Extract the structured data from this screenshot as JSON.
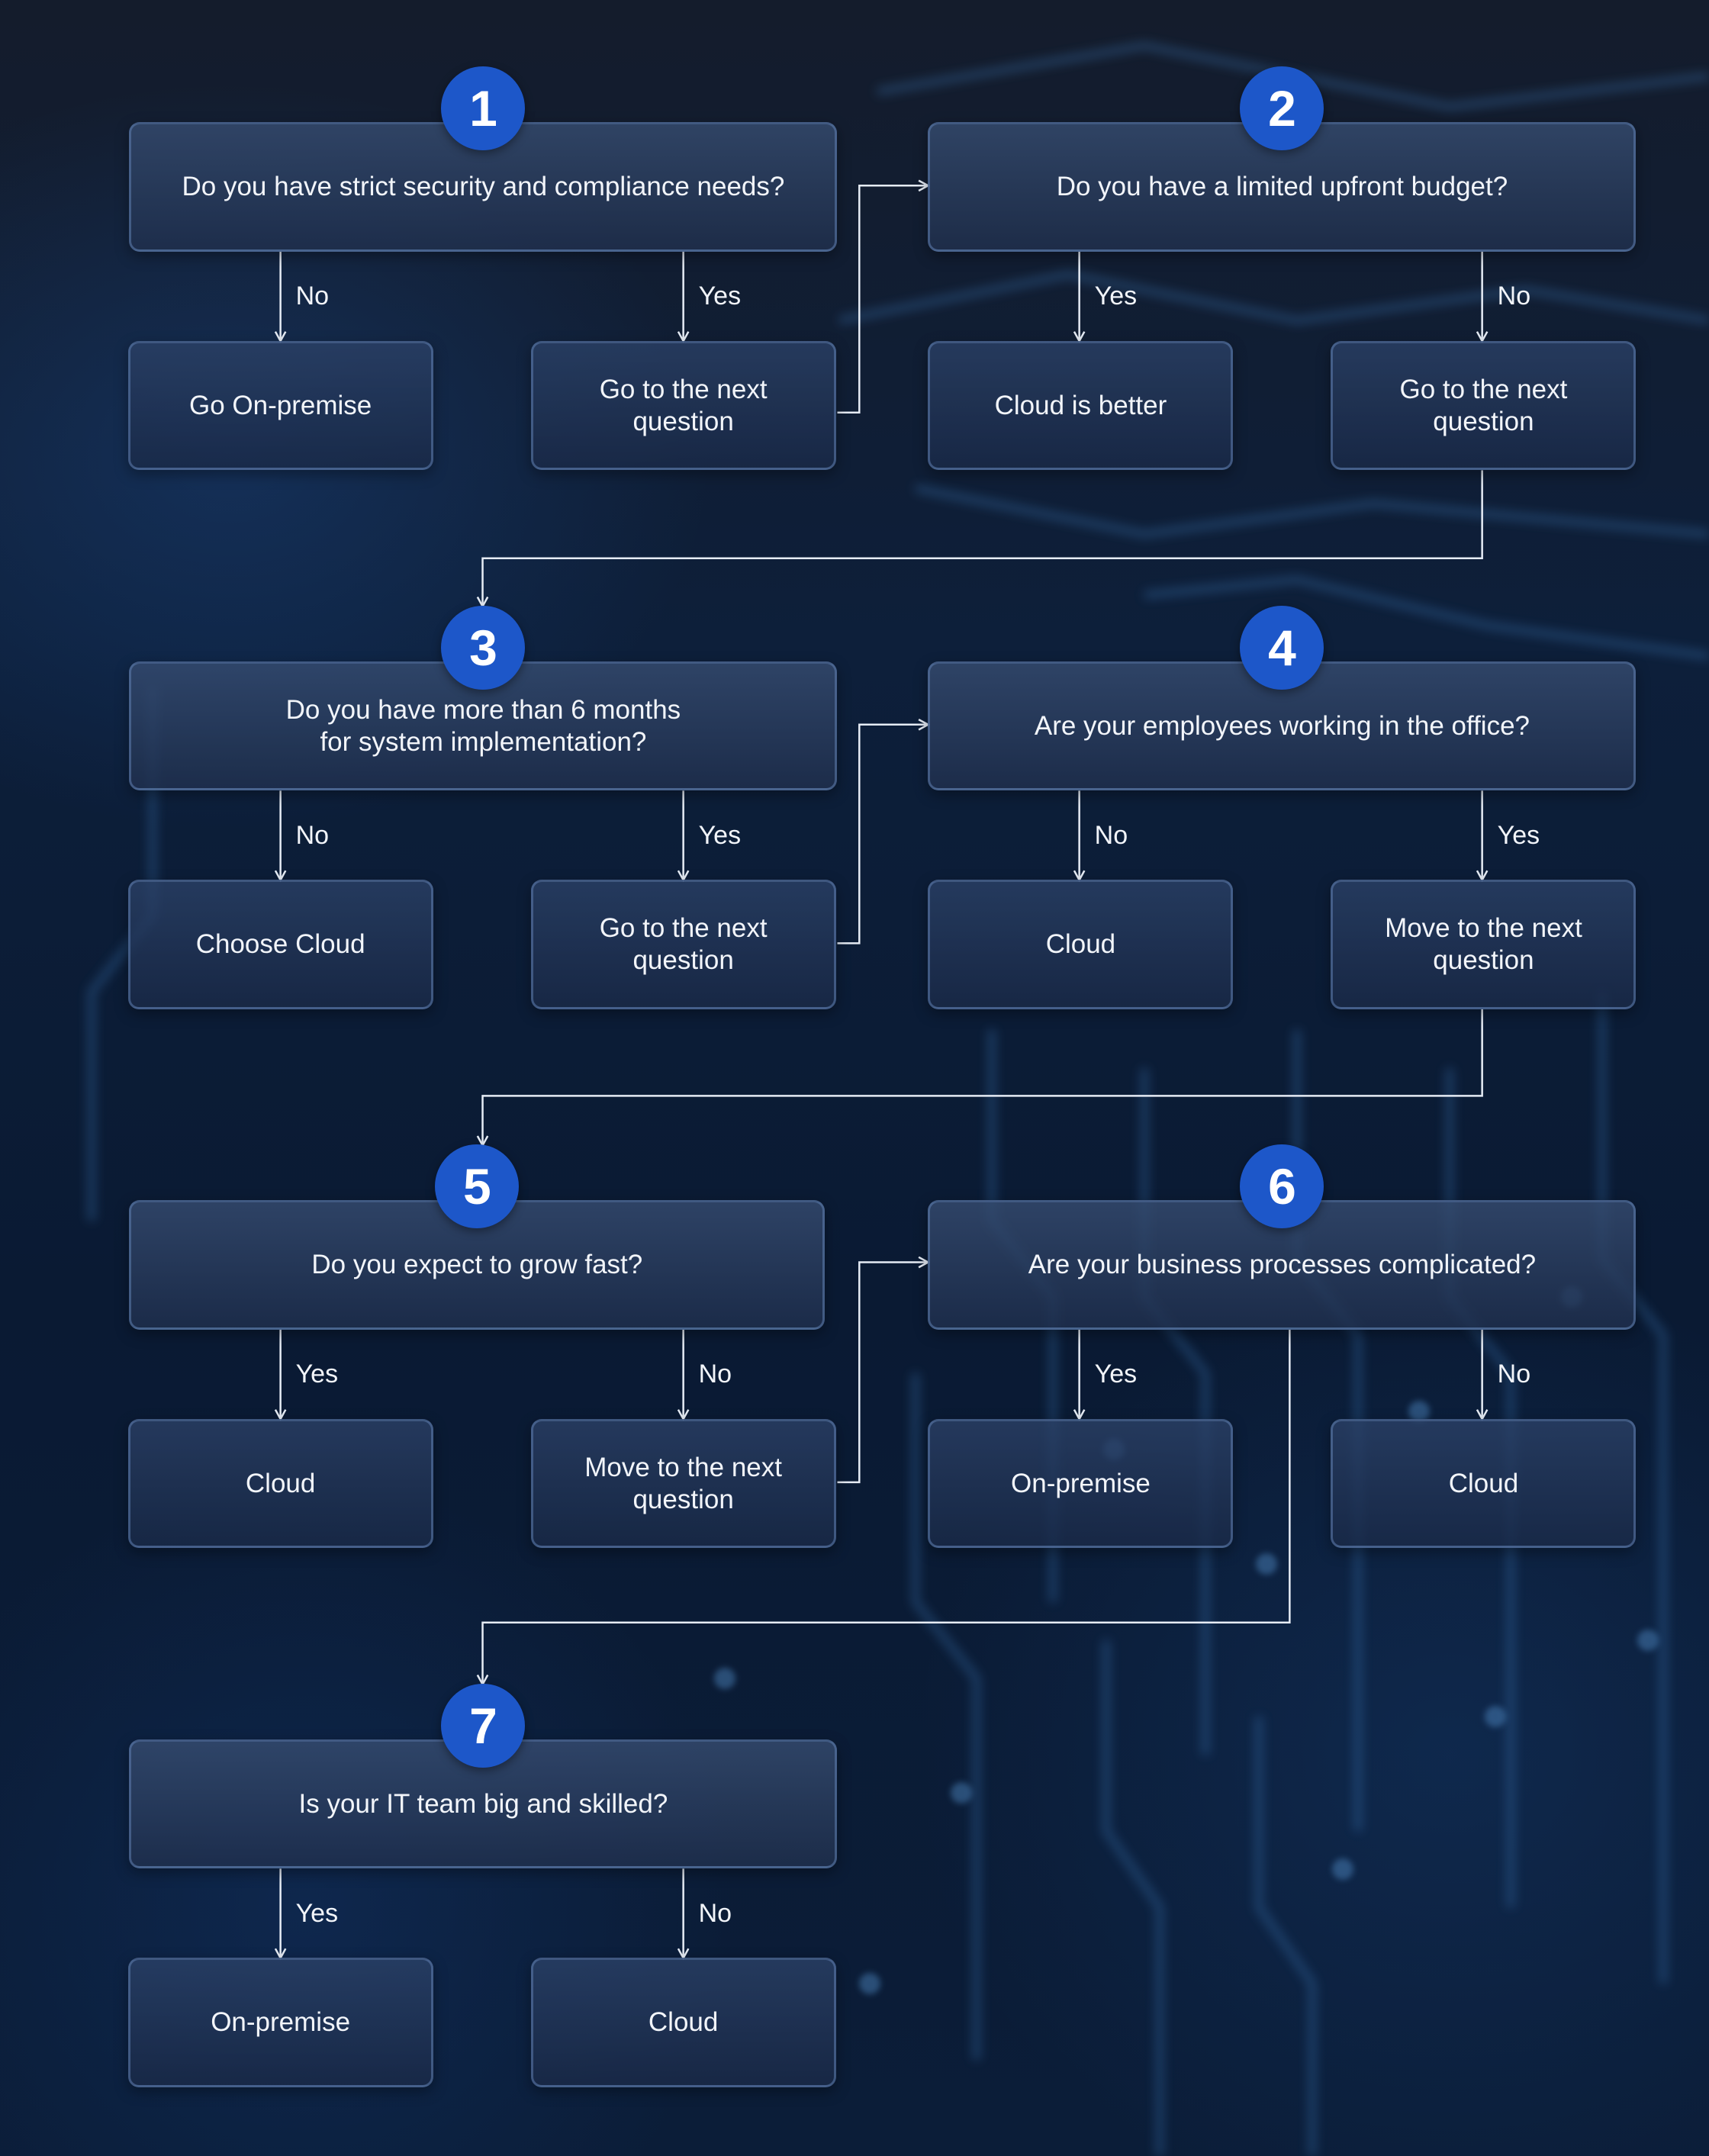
{
  "steps": [
    {
      "number": "1",
      "question": "Do you have strict security and compliance needs?",
      "left": {
        "branch": "No",
        "answer": "Go On-premise"
      },
      "right": {
        "branch": "Yes",
        "answer": "Go to the next\nquestion"
      }
    },
    {
      "number": "2",
      "question": "Do you have a limited upfront budget?",
      "left": {
        "branch": "Yes",
        "answer": "Cloud is better"
      },
      "right": {
        "branch": "No",
        "answer": "Go to the next\nquestion"
      }
    },
    {
      "number": "3",
      "question": "Do you have more than 6 months\nfor system implementation?",
      "left": {
        "branch": "No",
        "answer": "Choose Cloud"
      },
      "right": {
        "branch": "Yes",
        "answer": "Go to the next\nquestion"
      }
    },
    {
      "number": "4",
      "question": "Are your employees working in the office?",
      "left": {
        "branch": "No",
        "answer": "Cloud"
      },
      "right": {
        "branch": "Yes",
        "answer": "Move to the next\nquestion"
      }
    },
    {
      "number": "5",
      "question": "Do you expect to grow fast?",
      "left": {
        "branch": "Yes",
        "answer": "Cloud"
      },
      "right": {
        "branch": "No",
        "answer": "Move to the next\nquestion"
      }
    },
    {
      "number": "6",
      "question": "Are your business processes complicated?",
      "left": {
        "branch": "Yes",
        "answer": "On-premise"
      },
      "right": {
        "branch": "No",
        "answer": "Cloud"
      }
    },
    {
      "number": "7",
      "question": "Is your IT team big and skilled?",
      "left": {
        "branch": "Yes",
        "answer": "On-premise"
      },
      "right": {
        "branch": "No",
        "answer": "Cloud"
      }
    }
  ],
  "colors": {
    "badge": "#1d57c9",
    "connector": "#e6ecf5",
    "text": "#f2f5fa"
  }
}
